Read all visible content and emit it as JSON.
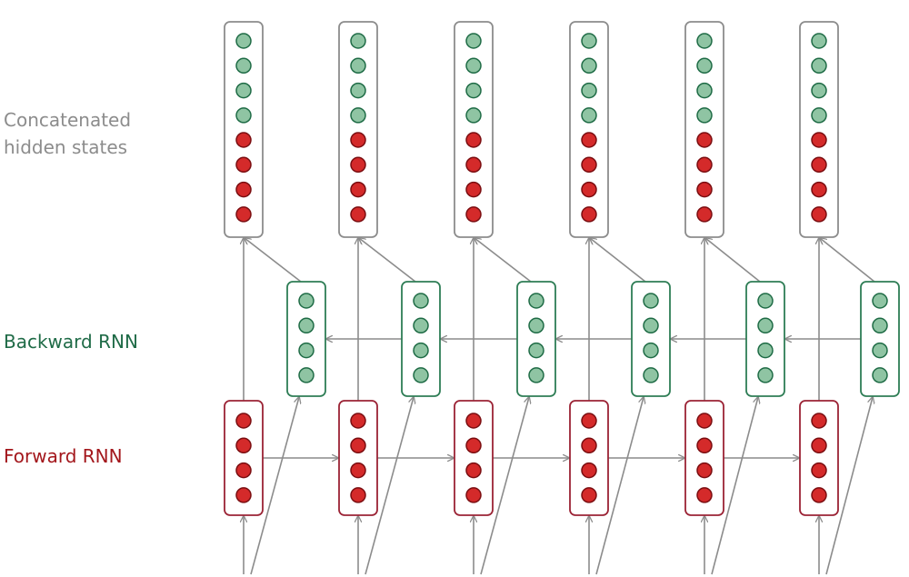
{
  "labels": {
    "concatenated": [
      "Concatenated",
      "hidden states"
    ],
    "backward": "Backward RNN",
    "forward": "Forward RNN"
  },
  "colors": {
    "green_node_fill": "#8fc4a3",
    "green_node_stroke": "#1e6b45",
    "red_node_fill": "#d42a2a",
    "red_node_stroke": "#7a0d10",
    "concat_box": "#8c8c8c",
    "backward_box": "#2e7d55",
    "forward_box": "#9b2335",
    "arrow": "#8c8c8c",
    "concatenated_label": "#8c8c8c",
    "backward_label": "#1f6b47",
    "forward_label": "#a3171c"
  },
  "diagram": {
    "timesteps": 6,
    "forward_units": 4,
    "backward_units": 4,
    "concat_green_units": 4,
    "concat_red_units": 4
  }
}
